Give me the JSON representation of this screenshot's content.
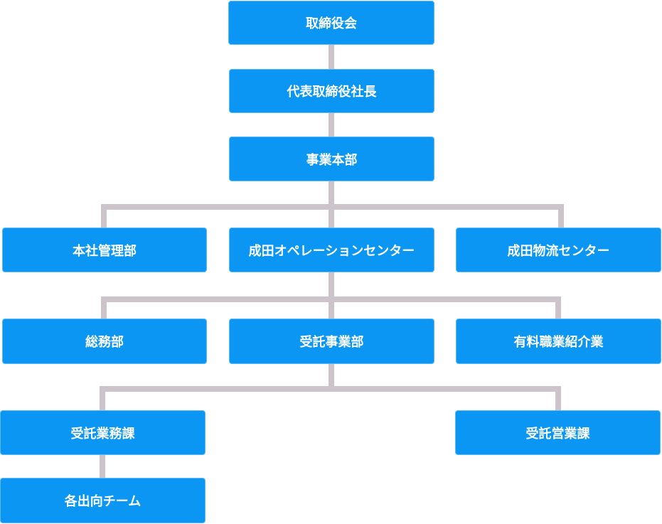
{
  "colors": {
    "box_fill": "#0a96f2",
    "box_border": "#5cb9f7",
    "box_text": "#ffffff",
    "connector": "#cdc3cb"
  },
  "org": {
    "board": "取締役会",
    "president": "代表取締役社長",
    "business_hq": "事業本部",
    "hq_admin": "本社管理部",
    "narita_ops": "成田オペレーションセンター",
    "narita_logistics": "成田物流センター",
    "general_affairs": "総務部",
    "contract_business": "受託事業部",
    "paid_placement": "有料職業紹介業",
    "contract_ops": "受託業務課",
    "contract_sales": "受託営業課",
    "dispatch_team": "各出向チーム"
  }
}
